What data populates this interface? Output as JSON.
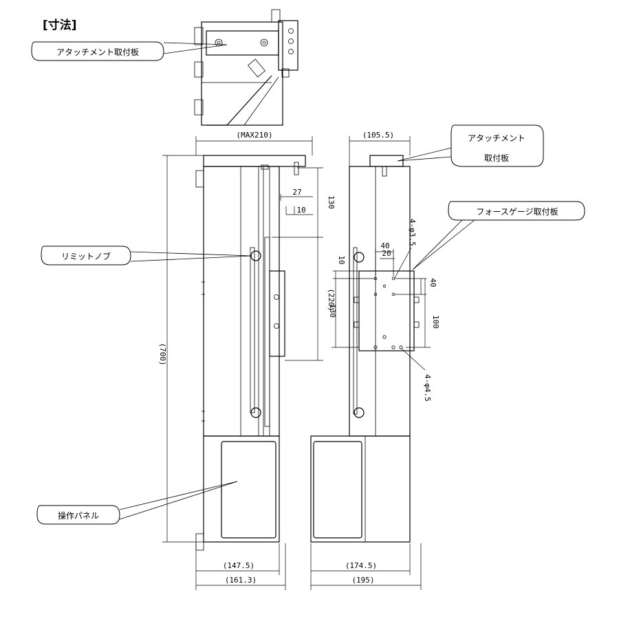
{
  "title": "[寸法]",
  "callouts": {
    "attach_plate_top": "アタッチメント取付板",
    "attach_plate_side_line1": "アタッチメント",
    "attach_plate_side_line2": "取付板",
    "force_gauge_plate": "フォースゲージ取付板",
    "limit_knob": "リミットノブ",
    "control_panel": "操作パネル"
  },
  "dimensions": {
    "front_max_width": "(MAX210)",
    "front_overall_height": "(700)",
    "front_top_offset": "130",
    "front_27": "27",
    "front_10": "10",
    "front_stroke": "(220)",
    "front_130_bottom": "130",
    "front_width_inner": "(147.5)",
    "front_width_outer": "(161.3)",
    "side_top_width": "(105.5)",
    "side_hole_small": "4-φ3.5",
    "side_40_h": "40",
    "side_20_h": "20",
    "side_10": "10",
    "side_40_v": "40",
    "side_100": "100",
    "side_hole_large": "4-φ4.5",
    "side_width_inner": "(174.5)",
    "side_width_outer": "(195)"
  }
}
